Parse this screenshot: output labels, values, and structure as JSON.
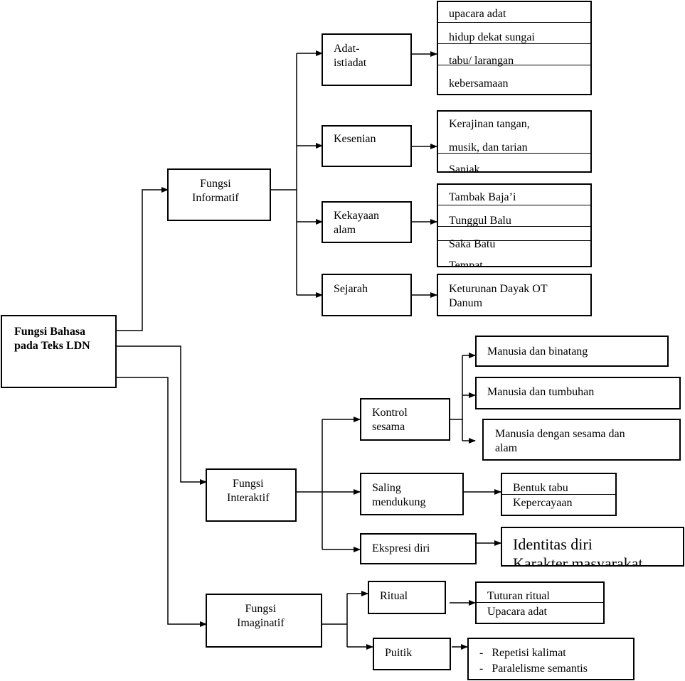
{
  "root": {
    "label": "Fungsi Bahasa\npada Teks LDN"
  },
  "informatif": {
    "label": "Fungsi\nInformatif",
    "adat": {
      "label": "Adat-\nistiadat",
      "items": [
        "upacara adat",
        "hidup dekat sungai",
        "tabu/ larangan",
        "kebersamaan"
      ]
    },
    "kesenian": {
      "label": "Kesenian",
      "items": [
        "Kerajinan tangan,",
        "musik, dan tarian",
        "Sanjak"
      ]
    },
    "kekayaan": {
      "label": "Kekayaan\nalam",
      "items": [
        "Tambak Baja’i",
        "Tunggul Balu",
        "Saka Batu",
        "Tempat"
      ]
    },
    "sejarah": {
      "label": "Sejarah",
      "items": [
        "Keturunan Dayak OT\nDanum"
      ]
    }
  },
  "interaktif": {
    "label": "Fungsi\nInteraktif",
    "kontrol": {
      "label": "Kontrol\nsesama",
      "items": [
        "Manusia dan binatang",
        "Manusia dan tumbuhan",
        "Manusia dengan sesama dan\nalam"
      ]
    },
    "saling": {
      "label": "Saling\nmendukung",
      "items": [
        "Bentuk tabu",
        "Kepercayaan"
      ]
    },
    "ekspresi": {
      "label": "Ekspresi diri",
      "items": [
        "Identitas diri",
        "Karakter masyarakat"
      ]
    }
  },
  "imaginatif": {
    "label": "Fungsi\nImaginatif",
    "ritual": {
      "label": "Ritual",
      "items": [
        "Tuturan ritual",
        "Upacara adat"
      ]
    },
    "puitik": {
      "label": "Puitik",
      "items": [
        "-   Repetisi kalimat",
        "-   Paralelisme semantis"
      ]
    }
  }
}
